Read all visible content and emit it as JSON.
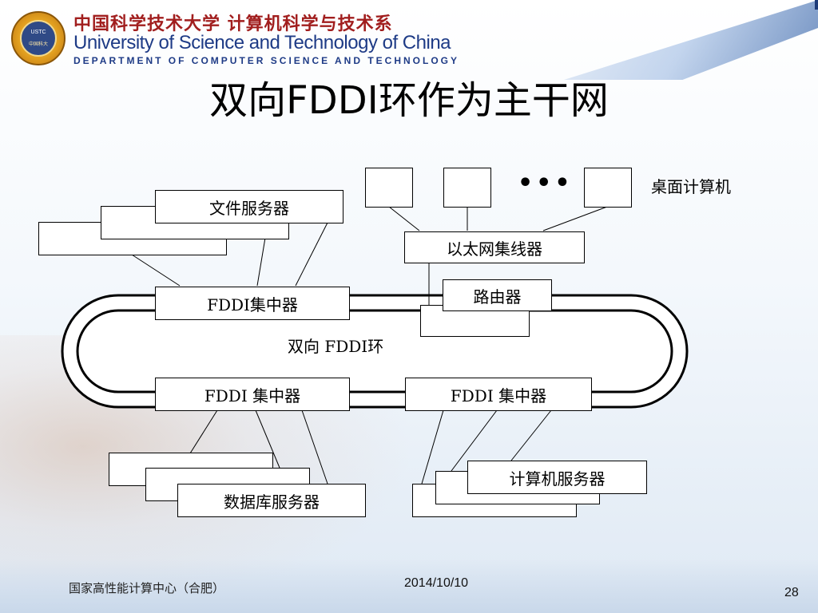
{
  "header": {
    "logo_text": "USTC",
    "logo_subtext": "中国科大",
    "university_cn": "中国科学技术大学 计算机科学与技术系",
    "university_en": "University of Science and Technology of China",
    "department_en": "Department of Computer Science and Technology"
  },
  "title": "双向FDDI环作为主干网",
  "diagram": {
    "file_server": "文件服务器",
    "fddi_hub_top": "FDDI集中器",
    "ring_label": "双向  FDDI环",
    "ethernet_hub": "以太网集线器",
    "router": "路由器",
    "ellipsis": "•••",
    "desktop_label": "桌面计算机",
    "fddi_hub_bottom_left": "FDDI 集中器",
    "fddi_hub_bottom_right": "FDDI 集中器",
    "database_server": "数据库服务器",
    "compute_server": "计算机服务器"
  },
  "footer": {
    "center": "国家高性能计算中心（合肥）",
    "date": "2014/10/10",
    "page": "28"
  }
}
